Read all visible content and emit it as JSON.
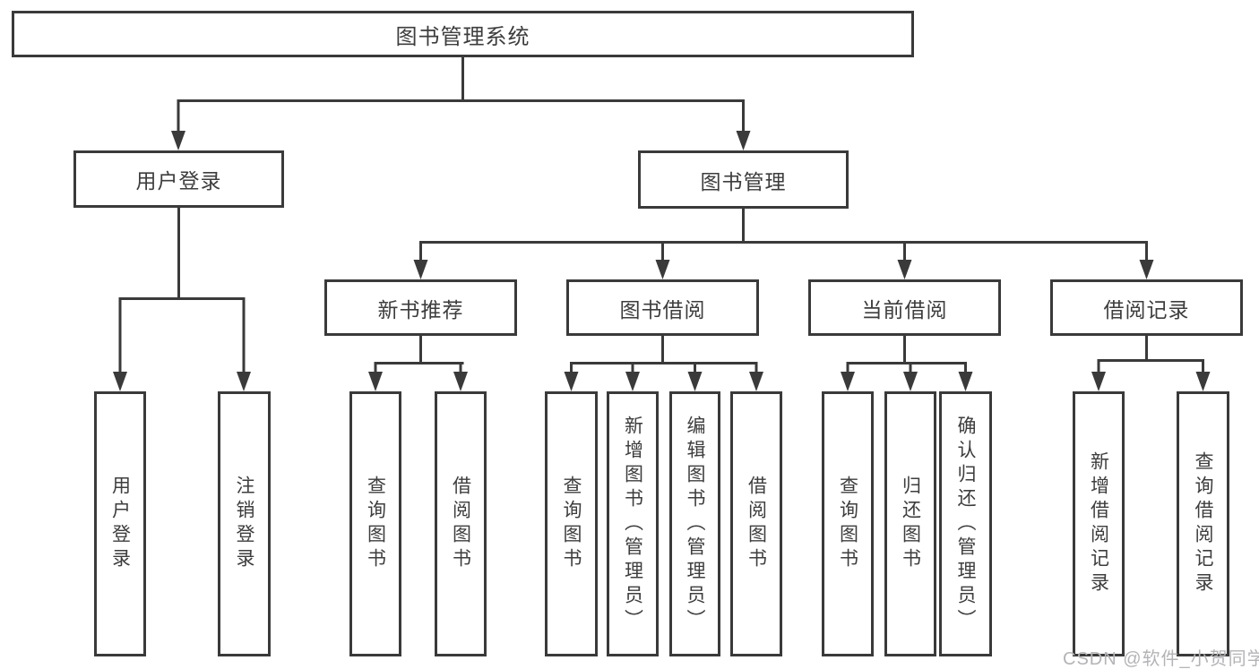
{
  "colors": {
    "line": "#3a3a3a",
    "text": "#3d3d3d",
    "background": "#ffffff",
    "watermark": "#b4b4b7"
  },
  "nodes": {
    "root": "图书管理系统",
    "user_login": "用户登录",
    "book_management": "图书管理",
    "new_book_recommend": "新书推荐",
    "book_borrow": "图书借阅",
    "current_borrow": "当前借阅",
    "borrow_records": "借阅记录",
    "leaves": {
      "user_login": [
        "用户登录",
        "注销登录"
      ],
      "new_book_recommend": [
        "查询图书",
        "借阅图书"
      ],
      "book_borrow": [
        "查询图书",
        "新增图书（管理员）",
        "编辑图书（管理员）",
        "借阅图书"
      ],
      "current_borrow": [
        "查询图书",
        "归还图书",
        "确认归还（管理员）"
      ],
      "borrow_records": [
        "新增借阅记录",
        "查询借阅记录"
      ]
    }
  },
  "watermark": "CSDN @软件_小贺同学"
}
